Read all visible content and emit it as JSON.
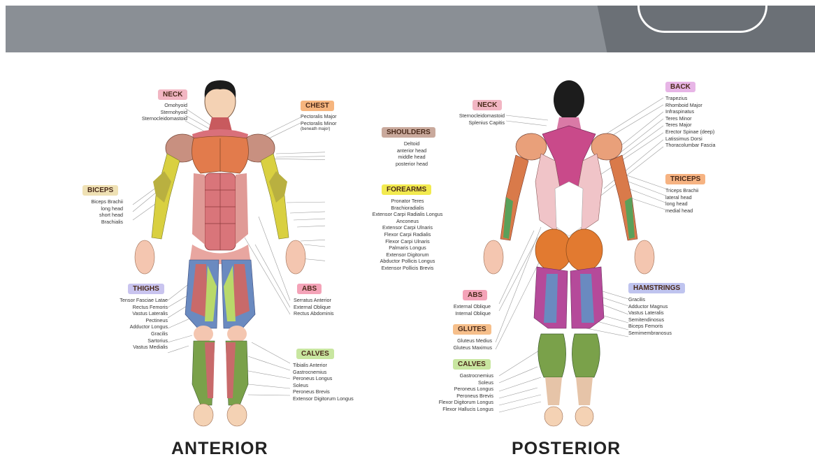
{
  "colors": {
    "neck": "#f2b6c3",
    "chest": "#f6b57e",
    "shoulders": "#c9a99c",
    "biceps": "#efe1b4",
    "forearms": "#f2ea4f",
    "thighs": "#c9c4ef",
    "abs": "#f4a3b8",
    "calves": "#c8e6a0",
    "back": "#e7b5e6",
    "triceps": "#f6b382",
    "glutes": "#f6bf8b",
    "hamstrings": "#bfc4ef"
  },
  "anterior": {
    "title": "ANTERIOR",
    "neck": {
      "tag": "NECK",
      "items": [
        "Omohyoid",
        "Sternohyoid",
        "Sternocleidomastoid"
      ]
    },
    "chest": {
      "tag": "CHEST",
      "items": [
        "Pectoralis Major",
        "Pectoralis Minor",
        "(beneath major)"
      ]
    },
    "shoulders": {
      "tag": "SHOULDERS",
      "items": [
        "Deltoid",
        "anterior head",
        "middle head",
        "posterior head"
      ]
    },
    "biceps": {
      "tag": "BICEPS",
      "items": [
        "Biceps Brachii",
        "long head",
        "short head",
        "Brachialis"
      ]
    },
    "forearms": {
      "tag": "FOREARMS",
      "items": [
        "Pronator Teres",
        "Brachioradialis",
        "Extensor Carpi Radialis Longus",
        "Anconeus",
        "Extensor Carpi Ulnaris",
        "Flexor Carpi Radialis",
        "Flexor Carpi Ulnaris",
        "Palmaris Longus",
        "Extensor Digitorum",
        "Abductor Pollicis Longus",
        "Extensor Pollicis Brevis"
      ]
    },
    "thighs": {
      "tag": "THIGHS",
      "items": [
        "Tensor Fasciae Latae",
        "Rectus Femoris",
        "Vastus Lateralis",
        "Pectineus",
        "Adductor Longus",
        "Gracilis",
        "Sartorius",
        "Vastus Medialis"
      ]
    },
    "abs": {
      "tag": "ABS",
      "items": [
        "Serratus Anterior",
        "External Oblique",
        "Rectus Abdominis"
      ]
    },
    "calves": {
      "tag": "CALVES",
      "items": [
        "Tibialis Anterior",
        "Gastrocnemius",
        "Peroneus Longus",
        "Soleus",
        "Peroneus Brevis",
        "Extensor Digitorum Longus"
      ]
    }
  },
  "posterior": {
    "title": "POSTERIOR",
    "neck": {
      "tag": "NECK",
      "items": [
        "Sternocleidomastoid",
        "Splenius Capitis"
      ]
    },
    "back": {
      "tag": "BACK",
      "items": [
        "Trapezius",
        "Rhomboid Major",
        "Infraspinatus",
        "Teres Minor",
        "Teres Major",
        "Erector Spinae (deep)",
        "Latissimus Dorsi",
        "Thoracolumbar Fascia"
      ]
    },
    "triceps": {
      "tag": "TRICEPS",
      "items": [
        "Triceps Brachii",
        "lateral head",
        "long head",
        "medial head"
      ]
    },
    "abs": {
      "tag": "ABS",
      "items": [
        "External Oblique",
        "Internal Oblique"
      ]
    },
    "glutes": {
      "tag": "GLUTES",
      "items": [
        "Gluteus Medius",
        "Gluteus Maximus"
      ]
    },
    "hamstrings": {
      "tag": "HAMSTRINGS",
      "items": [
        "Gracilis",
        "Adductor Magnus",
        "Vastus Lateralis",
        "Semitendinosus",
        "Biceps Femoris",
        "Semimembranosus"
      ]
    },
    "calves": {
      "tag": "CALVES",
      "items": [
        "Gastrocnemius",
        "Soleus",
        "Peroneus Longus",
        "Peroneus Brevis",
        "Flexor Digitorum Longus",
        "Flexor Hallucis Longus"
      ]
    }
  }
}
